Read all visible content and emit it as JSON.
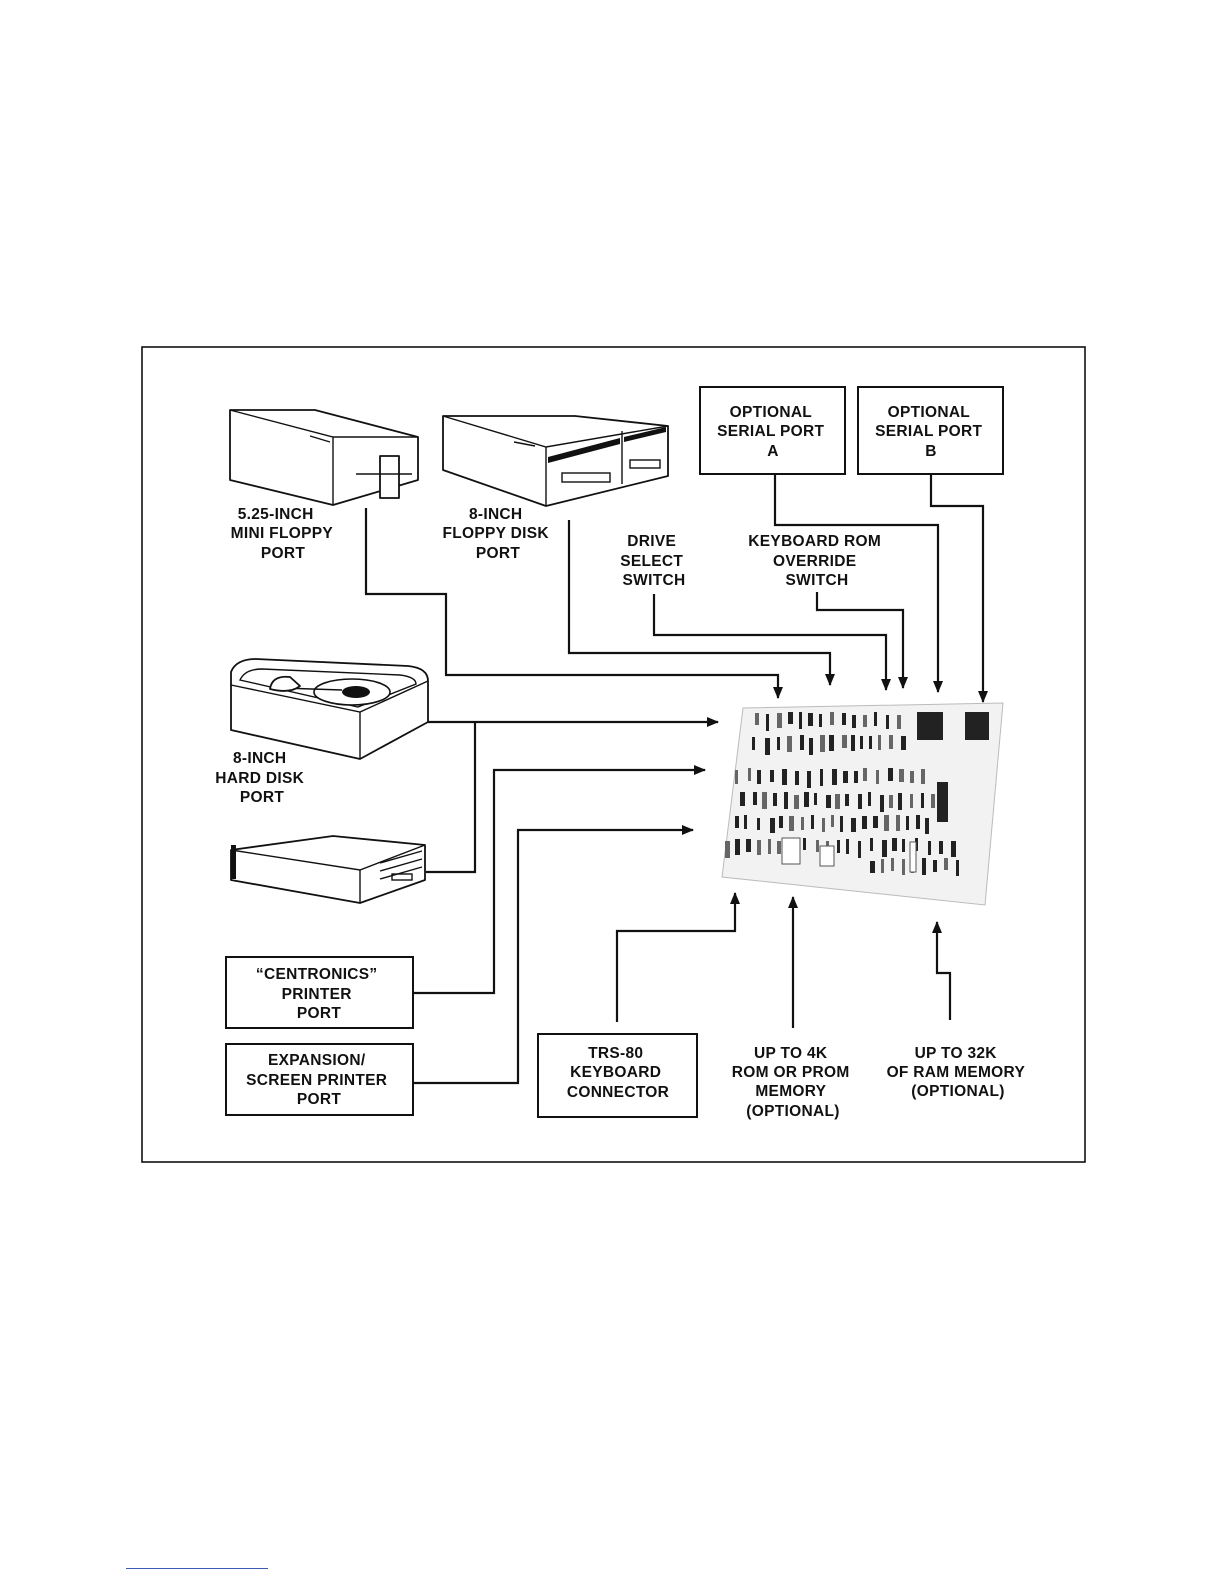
{
  "labels": {
    "mini_floppy": [
      "5.25-INCH",
      "MINI FLOPPY",
      "PORT"
    ],
    "eight_inch_floppy": [
      "8-INCH",
      "FLOPPY DISK",
      "PORT"
    ],
    "serial_a": [
      "OPTIONAL",
      "SERIAL PORT",
      "A"
    ],
    "serial_b": [
      "OPTIONAL",
      "SERIAL PORT",
      "B"
    ],
    "drive_select": [
      "DRIVE",
      "SELECT",
      "SWITCH"
    ],
    "keyboard_rom": [
      "KEYBOARD ROM",
      "OVERRIDE",
      "SWITCH"
    ],
    "hard_disk": [
      "8-INCH",
      "HARD DISK",
      "PORT"
    ],
    "centronics": [
      "“CENTRONICS”",
      "PRINTER",
      "PORT"
    ],
    "expansion": [
      "EXPANSION/",
      "SCREEN PRINTER",
      "PORT"
    ],
    "keyboard_connector": [
      "TRS-80",
      "KEYBOARD",
      "CONNECTOR"
    ],
    "rom_memory": [
      "UP TO 4K",
      "ROM OR PROM",
      "MEMORY",
      "(OPTIONAL)"
    ],
    "ram_memory": [
      "UP TO 32K",
      "OF RAM MEMORY",
      "(OPTIONAL)"
    ]
  },
  "icons": [
    "mini-floppy-drive-icon",
    "eight-inch-floppy-drive-icon",
    "hard-disk-drive-icon",
    "hard-disk-enclosure-icon",
    "circuit-board-image"
  ]
}
